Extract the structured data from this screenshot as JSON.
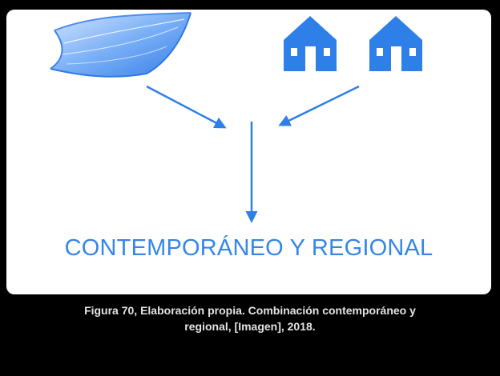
{
  "diagram": {
    "title": "CONTEMPORÁNEO Y REGIONAL",
    "accent_color": "#3486e8",
    "icons": [
      "wave-roof-icon",
      "house-icon",
      "house-icon"
    ]
  },
  "caption": {
    "line1": "Figura 70, Elaboración propia. Combinación contemporáneo y",
    "line2": "regional, [Imagen], 2018."
  }
}
